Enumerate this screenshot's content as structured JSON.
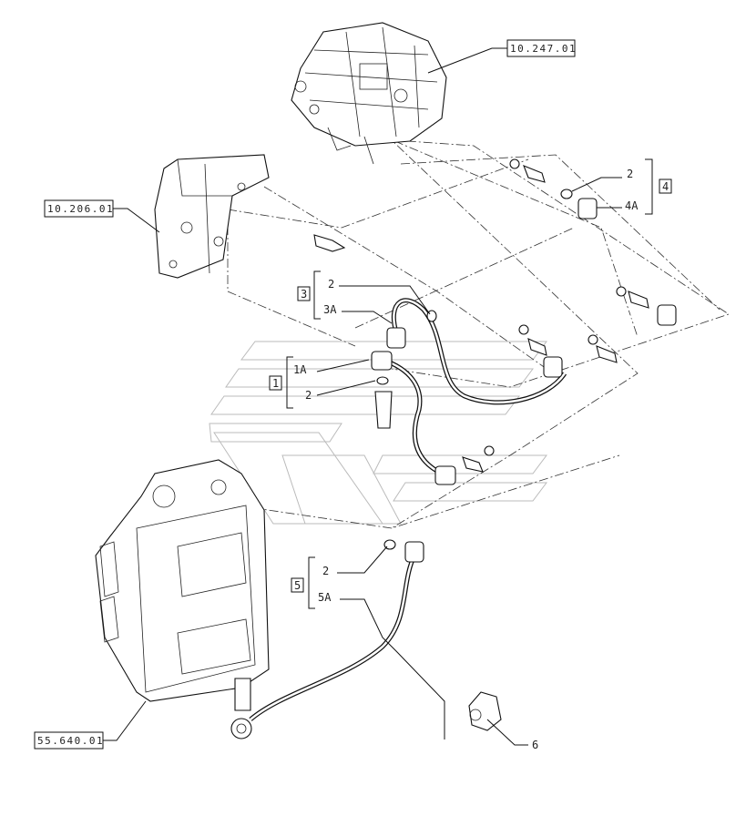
{
  "references": {
    "pump": "10.247.01",
    "bracket": "10.206.01",
    "ecu": "55.640.01"
  },
  "groups": [
    {
      "id": "4",
      "items": [
        "2",
        "4A"
      ]
    },
    {
      "id": "3",
      "items": [
        "2",
        "3A"
      ]
    },
    {
      "id": "1",
      "items": [
        "1A",
        "2"
      ]
    },
    {
      "id": "5",
      "items": [
        "2",
        "5A"
      ]
    }
  ],
  "callouts": {
    "sensor": "6"
  },
  "icons": [
    "injection-pump",
    "mounting-bracket",
    "ecu-module",
    "fuel-pipe",
    "sensor",
    "watermark-logo"
  ]
}
